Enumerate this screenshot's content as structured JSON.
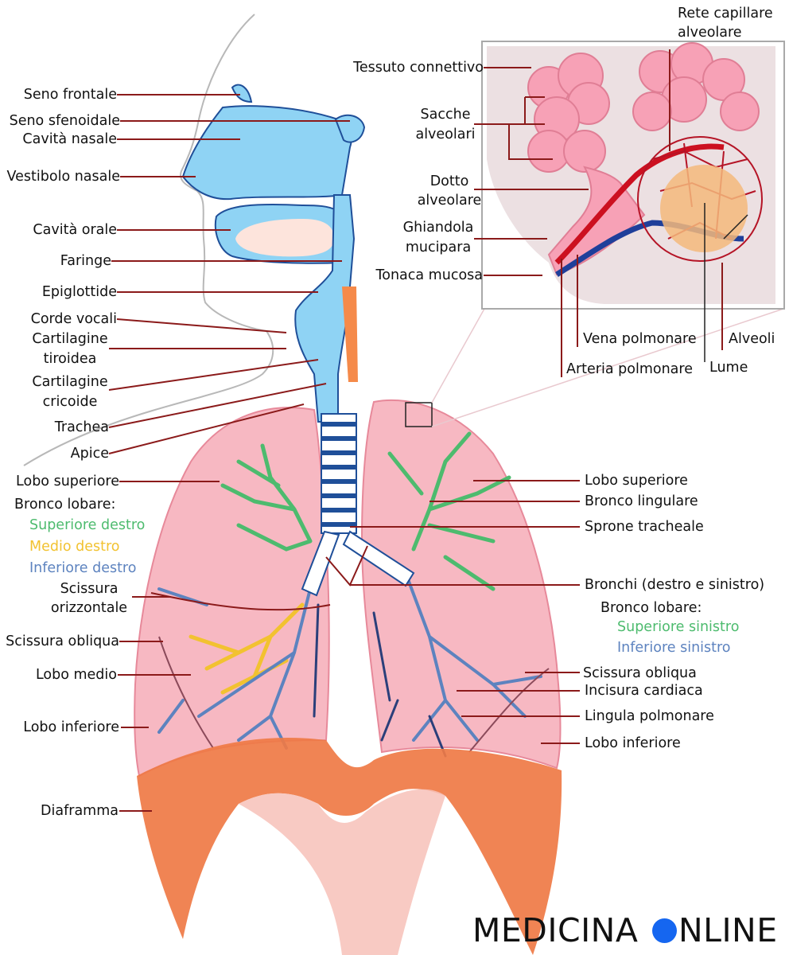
{
  "labels": {
    "seno_frontale": "Seno frontale",
    "seno_sfenoidale": "Seno sfenoidale",
    "cavita_nasale": "Cavità nasale",
    "vestibolo_nasale": "Vestibolo nasale",
    "cavita_orale": "Cavità orale",
    "faringe": "Faringe",
    "epiglottide": "Epiglottide",
    "corde_vocali": "Corde vocali",
    "cartilagine_tiroidea_1": "Cartilagine",
    "cartilagine_tiroidea_2": "tiroidea",
    "cartilagine_cricoide_1": "Cartilagine",
    "cartilagine_cricoide_2": "cricoide",
    "trachea": "Trachea",
    "apice": "Apice",
    "lobo_superiore_dx": "Lobo superiore",
    "bronco_lobare_dx": "Bronco lobare:",
    "superiore_destro": "Superiore destro",
    "medio_destro": "Medio destro",
    "inferiore_destro": "Inferiore destro",
    "scissura_orizzontale_1": "Scissura",
    "scissura_orizzontale_2": "orizzontale",
    "scissura_obliqua_dx": "Scissura obliqua",
    "lobo_medio": "Lobo medio",
    "lobo_inferiore_dx": "Lobo inferiore",
    "diaframma": "Diaframma",
    "tessuto_connettivo": "Tessuto connettivo",
    "rete_capillare_1": "Rete capillare",
    "rete_capillare_2": "alveolare",
    "sacche_alveolari_1": "Sacche",
    "sacche_alveolari_2": "alveolari",
    "dotto_alveolare_1": "Dotto",
    "dotto_alveolare_2": "alveolare",
    "ghiandola_mucipara_1": "Ghiandola",
    "ghiandola_mucipara_2": "mucipara",
    "tonaca_mucosa": "Tonaca mucosa",
    "vena_polmonare": "Vena polmonare",
    "alveoli": "Alveoli",
    "arteria_polmonare": "Arteria polmonare",
    "lume": "Lume",
    "lobo_superiore_sx": "Lobo superiore",
    "bronco_lingulare": "Bronco lingulare",
    "sprone_tracheale": "Sprone tracheale",
    "bronchi": "Bronchi (destro e sinistro)",
    "bronco_lobare_sx": "Bronco lobare:",
    "superiore_sinistro": "Superiore sinistro",
    "inferiore_sinistro": "Inferiore sinistro",
    "scissura_obliqua_sx": "Scissura obliqua",
    "incisura_cardiaca": "Incisura cardiaca",
    "lingula_polmonare": "Lingula polmonare",
    "lobo_inferiore_sx": "Lobo inferiore"
  },
  "watermark": {
    "left": "MEDICINA",
    "right": "NLINE"
  },
  "colors": {
    "leader_line": "#8b1a1a",
    "airway_blue": "#8fd3f4",
    "lung_pink": "#f7b8c2",
    "diaphragm_orange": "#ef7a45",
    "bronchus_green": "#4dbb6e",
    "bronchus_yellow": "#f2c230",
    "bronchus_blue": "#5d83bf",
    "watermark_dot": "#1566f0"
  }
}
